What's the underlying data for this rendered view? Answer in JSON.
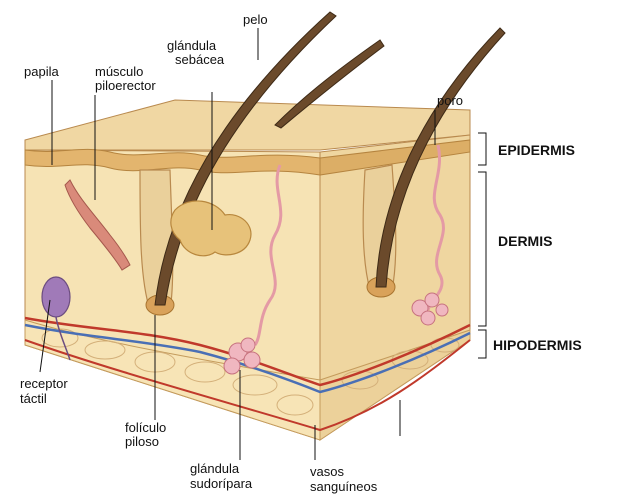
{
  "diagram": {
    "labels": {
      "pelo": "pelo",
      "glandula_sebacea_1": "glándula",
      "glandula_sebacea_2": "sebácea",
      "papila": "papila",
      "musculo_1": "músculo",
      "musculo_2": "piloerector",
      "poro": "poro",
      "receptor_1": "receptor",
      "receptor_2": "táctil",
      "foliculo_1": "folículo",
      "foliculo_2": "piloso",
      "sudoripara_1": "glándula",
      "sudoripara_2": "sudorípara",
      "vasos_1": "vasos",
      "vasos_2": "sanguíneos"
    },
    "layers": {
      "epidermis": "EPIDERMIS",
      "dermis": "DERMIS",
      "hipodermis": "HIPODERMIS"
    }
  },
  "colors": {
    "dermis": "#f6e3b4",
    "epidermis_top": "#e8c98c",
    "hypodermis": "#f3dfae",
    "hair": "#6b4a2b",
    "vessel_red": "#c0392b",
    "vessel_blue": "#4a6fb5",
    "gland_pink": "#f0b7c0",
    "receptor_purple": "#a07ab8"
  }
}
